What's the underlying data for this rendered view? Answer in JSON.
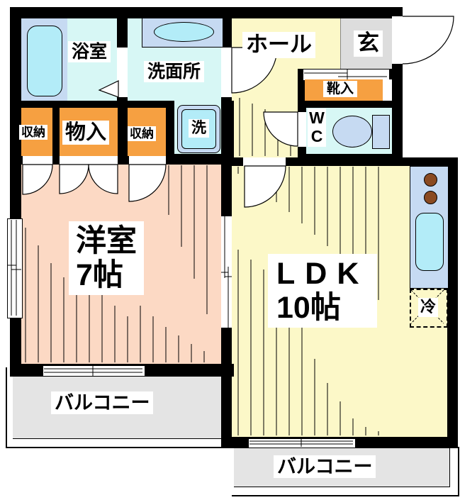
{
  "colors": {
    "wall": "#000000",
    "western_room_pink": "#fcd9c4",
    "ldk_yellow": "#fcf8c8",
    "wet_area_cyan": "#d7f7f5",
    "fixture_blue": "#c6daf2",
    "tub_cyan": "#b3ecf8",
    "storage_orange": "#f6a041",
    "entry_gray": "#dddddd",
    "balcony_gray": "#e4e4e4",
    "burner_brown": "#8a4a21"
  },
  "labels": {
    "bathroom": "浴室",
    "washroom": "洗面所",
    "hall": "ホール",
    "entrance": "玄",
    "shoe_box": "靴入",
    "wc_line1": "W",
    "wc_line2": "C",
    "storage_left": "収納",
    "closet": "物入",
    "storage_right": "収納",
    "washer": "洗",
    "western_room": "洋室",
    "western_room_size": "7帖",
    "ldk": "LDK",
    "ldk_size": "10帖",
    "fridge": "冷",
    "balcony_left": "バルコニー",
    "balcony_right": "バルコニー"
  }
}
